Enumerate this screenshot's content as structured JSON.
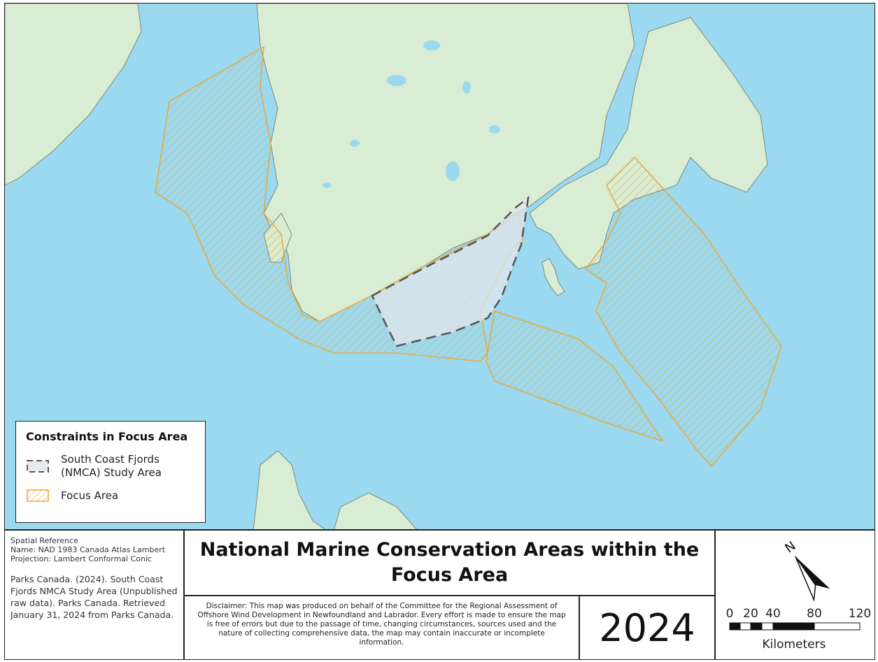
{
  "legend": {
    "title": "Constraints in Focus Area",
    "items": [
      {
        "label": "South Coast Fjords\n(NMCA) Study Area",
        "icon": "dashed-polygon-icon"
      },
      {
        "label": "Focus Area",
        "icon": "hatched-polygon-icon"
      }
    ]
  },
  "spatial_reference": {
    "heading": "Spatial Reference",
    "name": "Name: NAD 1983 Canada Atlas Lambert",
    "projection": "Projection: Lambert Conformal Conic"
  },
  "citation": "Parks Canada. (2024). South Coast Fjords NMCA Study Area (Unpublished raw data). Parks Canada. Retrieved January 31, 2024 from Parks Canada.",
  "title": "National Marine Conservation Areas within the Focus Area",
  "disclaimer": "Disclaimer: This map was produced on behalf of the Committee for the Regional Assessment of Offshore Wind Development in Newfoundland and Labrador. Every effort is made to ensure the map is free of errors but due to the passage of time, changing circumstances, sources used and the nature of collecting comprehensive data, the map may contain inaccurate or incomplete information.",
  "year": "2024",
  "north_arrow": {
    "label": "N"
  },
  "scale_bar": {
    "ticks": [
      "0",
      "20",
      "40",
      "80",
      "120"
    ],
    "unit": "Kilometers"
  },
  "colors": {
    "water": "#9bd9f0",
    "land": "#d9ecd4",
    "land_outline": "#7a8a7a",
    "focus_area": "#e8a93a",
    "study_area": "#555555"
  }
}
